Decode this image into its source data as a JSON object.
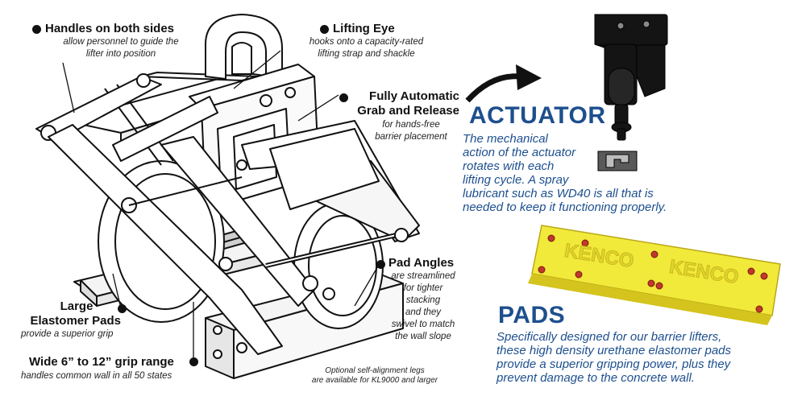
{
  "callouts": {
    "handles": {
      "title": "Handles on both sides",
      "desc1": "allow personnel to guide the",
      "desc2": "lifter into position"
    },
    "eye": {
      "title": "Lifting Eye",
      "desc1": "hooks onto a capacity-rated",
      "desc2": "lifting strap and shackle"
    },
    "grab": {
      "title1": "Fully Automatic",
      "title2": "Grab and Release",
      "desc1": "for hands-free",
      "desc2": "barrier placement"
    },
    "pad_angles": {
      "title": "Pad Angles",
      "lines": [
        "are streamlined",
        "for tighter",
        "stacking",
        "and they",
        "swivel to match",
        "the wall slope"
      ]
    },
    "large_pads": {
      "title1": "Large",
      "title2": "Elastomer Pads",
      "desc": "provide a superior grip"
    },
    "grip": {
      "title": "Wide 6” to 12” grip range",
      "desc": "handles common wall in all 50 states"
    },
    "optional": {
      "line1": "Optional self-alignment legs",
      "line2": "are available for KL9000 and larger"
    }
  },
  "actuator": {
    "heading": "ACTUATOR",
    "lines": [
      "The mechanical",
      "action of the actuator",
      "rotates with each",
      "lifting cycle. A spray",
      "lubricant such as WD40 is all that is",
      "needed to keep it functioning properly."
    ]
  },
  "pads": {
    "heading": "PADS",
    "logo_text": "KENCO",
    "lines": [
      "Specifically designed for our barrier lifters,",
      "these high density urethane elastomer pads",
      "provide a superior gripping power, plus they",
      "prevent damage to the concrete wall."
    ]
  },
  "colors": {
    "accent_blue": "#1d4f8e",
    "pad_yellow": "#f2ea3a",
    "pad_bolt": "#c0392b"
  }
}
